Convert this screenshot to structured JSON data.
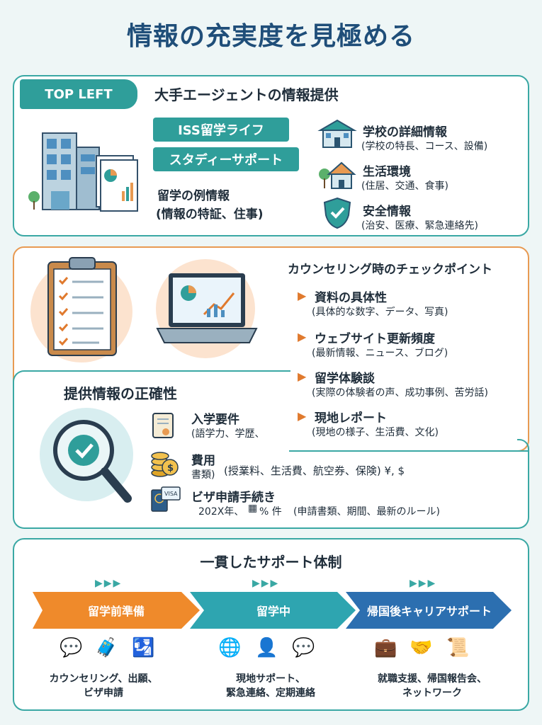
{
  "title": "情報の充実度を見極める",
  "section1": {
    "tag": "TOP LEFT",
    "heading": "大手エージェントの情報提供",
    "buttons": [
      "ISS留学ライフ",
      "スタディーサポート"
    ],
    "example_title": "留学の例情報",
    "example_sub": "(情報の特証、住事)",
    "items": [
      {
        "icon": "school-icon",
        "title": "学校の詳細情報",
        "sub": "(学校の特長、コース、設備)"
      },
      {
        "icon": "house-icon",
        "title": "生活環境",
        "sub": "(住居、交通、食事)"
      },
      {
        "icon": "shield-check-icon",
        "title": "安全情報",
        "sub": "(治安、医療、緊急連絡先)"
      }
    ]
  },
  "section2": {
    "heading": "カウンセリング時のチェックポイント",
    "items": [
      {
        "title": "資料の具体性",
        "sub": "(具体的な数字、データ、写真)"
      },
      {
        "title": "ウェブサイト更新頻度",
        "sub": "(最新情報、ニュース、ブログ)"
      },
      {
        "title": "留学体験談",
        "sub": "(実際の体験者の声、成功事例、苦労話)"
      },
      {
        "title": "現地レポート",
        "sub": "(現地の様子、生活費、文化)"
      }
    ]
  },
  "section3": {
    "heading": "提供情報の正確性",
    "items": [
      {
        "icon": "certificate-icon",
        "title": "入学要件",
        "sub": "(語学力、学歴、"
      },
      {
        "icon": "coins-icon",
        "title": "費用",
        "sub_a": "書類)",
        "sub_b": "(授業料、生活費、航空券、保険) ¥, $"
      },
      {
        "icon": "visa-icon",
        "title": "ビザ申請手続き",
        "sub_a": "202X年、",
        "sub_b": "% 件",
        "sub_c": "(申請書類、期間、最新のルール)"
      }
    ]
  },
  "section4": {
    "heading": "一貫したサポート体制",
    "chevrons": "▶▶▶",
    "stages": [
      {
        "label": "留学前準備",
        "line1": "カウンセリング、出願、",
        "line2": "ビザ申請",
        "color": "#ef8a2b"
      },
      {
        "label": "留学中",
        "line1": "現地サポート、",
        "line2": "緊急連絡、定期連絡",
        "color": "#2ea5b0"
      },
      {
        "label": "帰国後キャリアサポート",
        "line1": "就職支援、帰国報告会、",
        "line2": "ネットワーク",
        "color": "#2c6fb0"
      }
    ]
  },
  "colors": {
    "teal": "#2f9e9a",
    "orange": "#e89a52",
    "navy": "#1f4e79"
  }
}
